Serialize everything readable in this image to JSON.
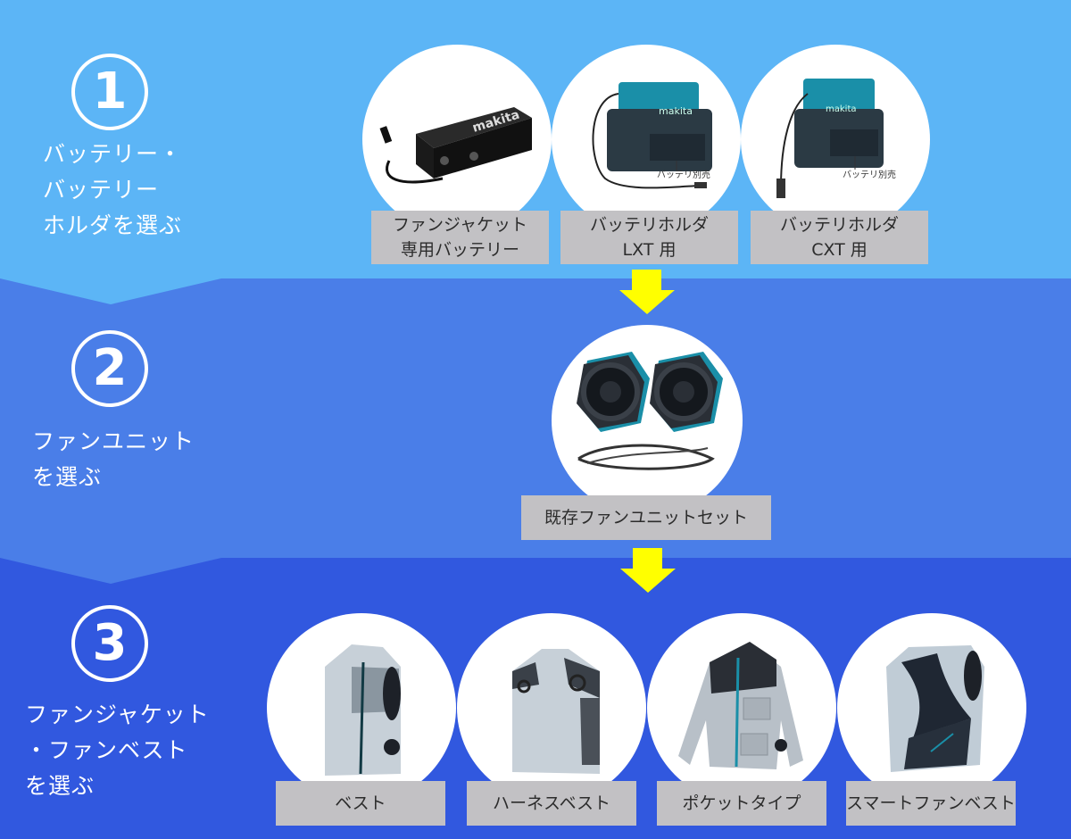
{
  "colors": {
    "section1_bg": "#5cb5f6",
    "section2_bg": "#4a7ee8",
    "section3_bg": "#3158df",
    "label_bg": "#c2c1c4",
    "label_text": "#2c2c2c",
    "arrow": "#ffff00",
    "accent_teal": "#1a8fa8"
  },
  "steps": [
    {
      "number": "1",
      "title": "バッテリー・\nバッテリー\nホルダを選ぶ",
      "products": [
        {
          "label_line1": "ファンジャケット",
          "label_line2": "専用バッテリー",
          "icon": "battery-pack-icon"
        },
        {
          "label_line1": "バッテリホルダ",
          "label_line2": "LXT 用",
          "icon": "battery-holder-lxt-icon",
          "note": "バッテリ別売"
        },
        {
          "label_line1": "バッテリホルダ",
          "label_line2": "CXT 用",
          "icon": "battery-holder-cxt-icon",
          "note": "バッテリ別売"
        }
      ]
    },
    {
      "number": "2",
      "title": "ファンユニット\nを選ぶ",
      "products": [
        {
          "label_line1": "既存ファンユニットセット",
          "icon": "fan-unit-set-icon"
        }
      ]
    },
    {
      "number": "3",
      "title": "ファンジャケット\n・ファンベスト\nを選ぶ",
      "products": [
        {
          "label_line1": "ベスト",
          "icon": "vest-icon"
        },
        {
          "label_line1": "ハーネスベスト",
          "icon": "harness-vest-icon"
        },
        {
          "label_line1": "ポケットタイプ",
          "icon": "pocket-jacket-icon"
        },
        {
          "label_line1": "スマートファンベスト",
          "icon": "smart-fan-vest-icon"
        }
      ]
    }
  ]
}
